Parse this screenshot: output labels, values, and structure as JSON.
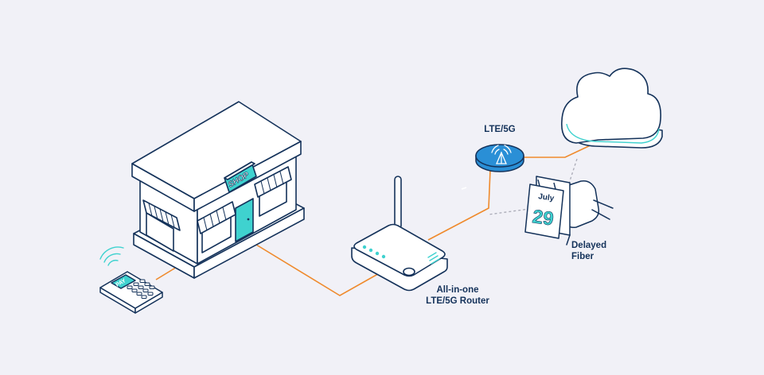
{
  "shop": {
    "sign": "SHOP"
  },
  "terminal": {
    "screen": "PAY"
  },
  "router": {
    "label_line1": "All-in-one",
    "label_line2": "LTE/5G Router"
  },
  "lte_node": {
    "label": "LTE/5G"
  },
  "calendar": {
    "month": "July",
    "day": "29"
  },
  "fiber": {
    "label_line1": "Delayed",
    "label_line2": "Fiber"
  },
  "colors": {
    "background": "#f1f1f7",
    "outline": "#14325a",
    "accent_teal": "#3fd2cf",
    "link_orange": "#ef8a2c",
    "node_blue": "#2a8fd6",
    "dashed_gray": "#a9aab6"
  },
  "icons": [
    "shop-icon",
    "payment-terminal-icon",
    "router-icon",
    "antenna-icon",
    "wireless-node-icon",
    "cloud-icon",
    "calendar-icon",
    "fiber-plug-icon",
    "wifi-waves-icon"
  ]
}
